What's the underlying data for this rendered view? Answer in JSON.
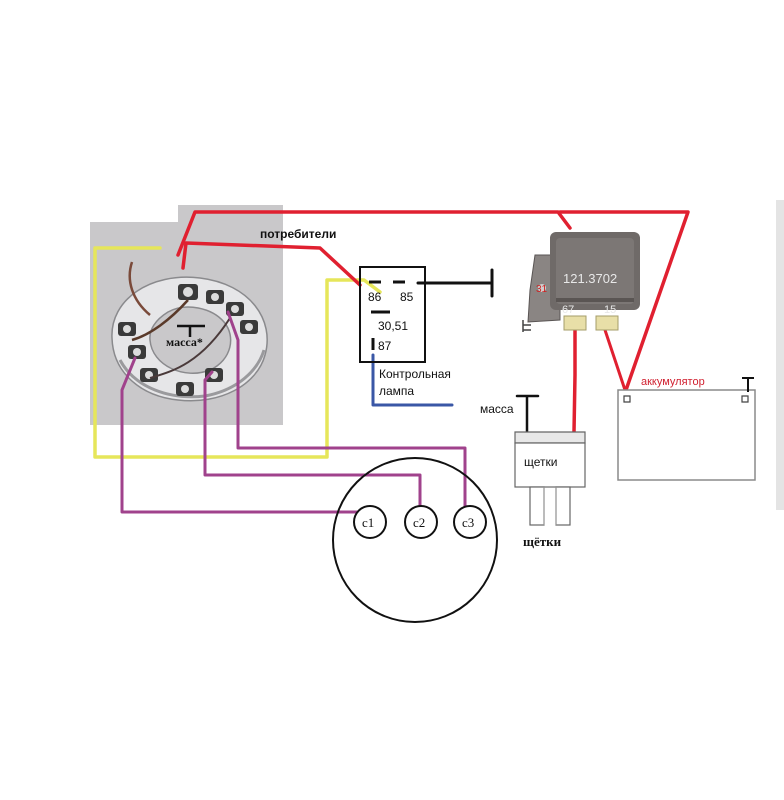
{
  "labels": {
    "consumers": "потребители",
    "ground_bridge": "масса*",
    "ground_brush": "масса",
    "relay_86": "86",
    "relay_85": "85",
    "relay_30": "30,51",
    "relay_87": "87",
    "control_lamp_line1": "Контрольная",
    "control_lamp_line2": "лампа",
    "regulator_model": "121.3702",
    "regulator_31": "31",
    "regulator_67": "67",
    "regulator_15": "15",
    "battery": "аккумулятор",
    "brushes_box": "щетки",
    "brushes_below": "щётки",
    "stator_c1": "с1",
    "stator_c2": "с2",
    "stator_c3": "с3"
  },
  "colors": {
    "red": "#e02030",
    "yellow": "#e6e65a",
    "purple": "#a0428c",
    "black": "#111111",
    "blue": "#3a57a6",
    "photo_bg": "#c9c8ca",
    "regulator_body": "#6f6a68"
  },
  "icons": {
    "diode_bridge": "diode-bridge-photo",
    "regulator": "voltage-regulator-photo",
    "battery": "battery-icon",
    "brushes": "brush-holder-icon",
    "stator": "stator-circle-icon",
    "relay": "relay-box-icon"
  }
}
